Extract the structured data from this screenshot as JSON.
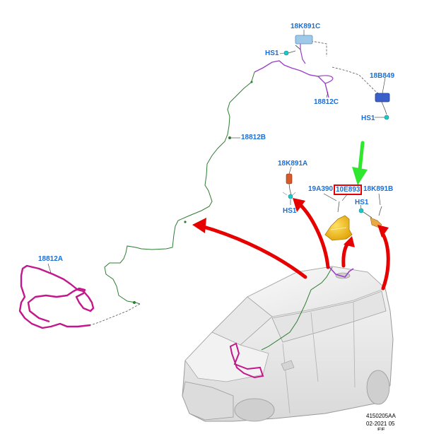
{
  "diagram": {
    "colors": {
      "label": "#1a6fd6",
      "harness_main": "#2e7d32",
      "harness_purple": "#9b3ec8",
      "harness_magenta": "#c2188b",
      "arrow_red": "#e60000",
      "arrow_green": "#2ee82e",
      "antenna_yellow": "#f5b400",
      "module_blue": "#3a5fc8",
      "connector_cyan": "#1ec8c8",
      "vehicle_body": "#eeeeee"
    },
    "labels": {
      "part_18K891C": "18K891C",
      "hs1_top": "HS1",
      "part_18B849": "18B849",
      "part_18812C": "18812C",
      "hs1_right": "HS1",
      "part_18812B": "18812B",
      "part_18K891A": "18K891A",
      "part_19A390": "19A390",
      "part_10E893": "10E893",
      "part_18K891B": "18K891B",
      "hs1_antenna": "HS1",
      "hs1_left": "HS1",
      "part_18812A": "18812A"
    },
    "highlighted_part": "10E893",
    "footer": {
      "ref": "4150205AA",
      "date": "02-2021 05",
      "extra": "EE"
    }
  }
}
